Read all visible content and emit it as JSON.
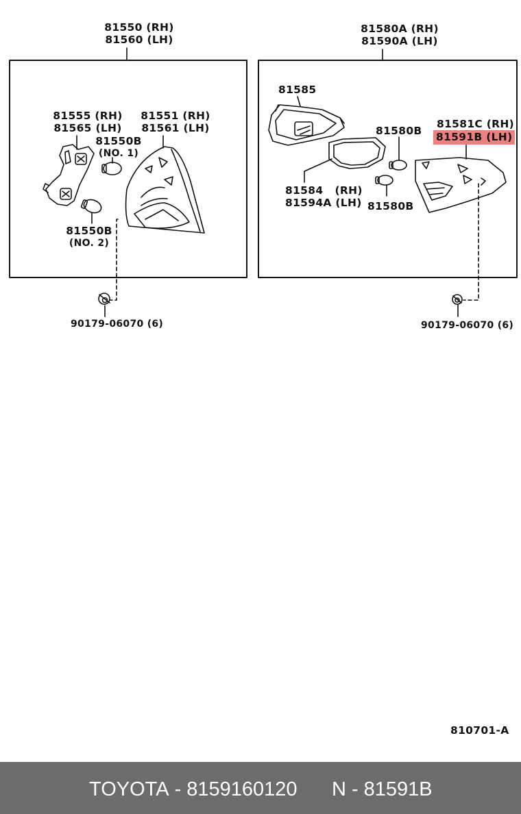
{
  "diagram": {
    "left_group": {
      "assembly": {
        "rh": "81550 (RH)",
        "lh": "81560 (LH)"
      },
      "socket": {
        "rh": "81555 (RH)",
        "lh": "81565 (LH)"
      },
      "lens": {
        "rh": "81551 (RH)",
        "lh": "81561 (LH)"
      },
      "bulb_no1": {
        "part": "81550B",
        "note": "(NO. 1)"
      },
      "bulb_no2": {
        "part": "81550B",
        "note": "(NO. 2)"
      },
      "nut": "90179-06070 (6)"
    },
    "right_group": {
      "assembly": {
        "rh": "81580A (RH)",
        "lh": "81590A (LH)"
      },
      "cover": "81585",
      "gasket": {
        "rh": "81584   (RH)",
        "lh": "81594A (LH)"
      },
      "bulb_upper": "81580B",
      "bulb_lower": "81580B",
      "lens": {
        "rh": "81581C (RH)",
        "lh": "81591B (LH)"
      },
      "nut": "90179-06070 (6)"
    },
    "drawing_code": "810701-A",
    "highlight_color": "#f08080"
  },
  "footer": {
    "brand": "TOYOTA",
    "separator": "-",
    "part_number": "8159160120",
    "code_prefix": "N",
    "code": "81591B"
  }
}
